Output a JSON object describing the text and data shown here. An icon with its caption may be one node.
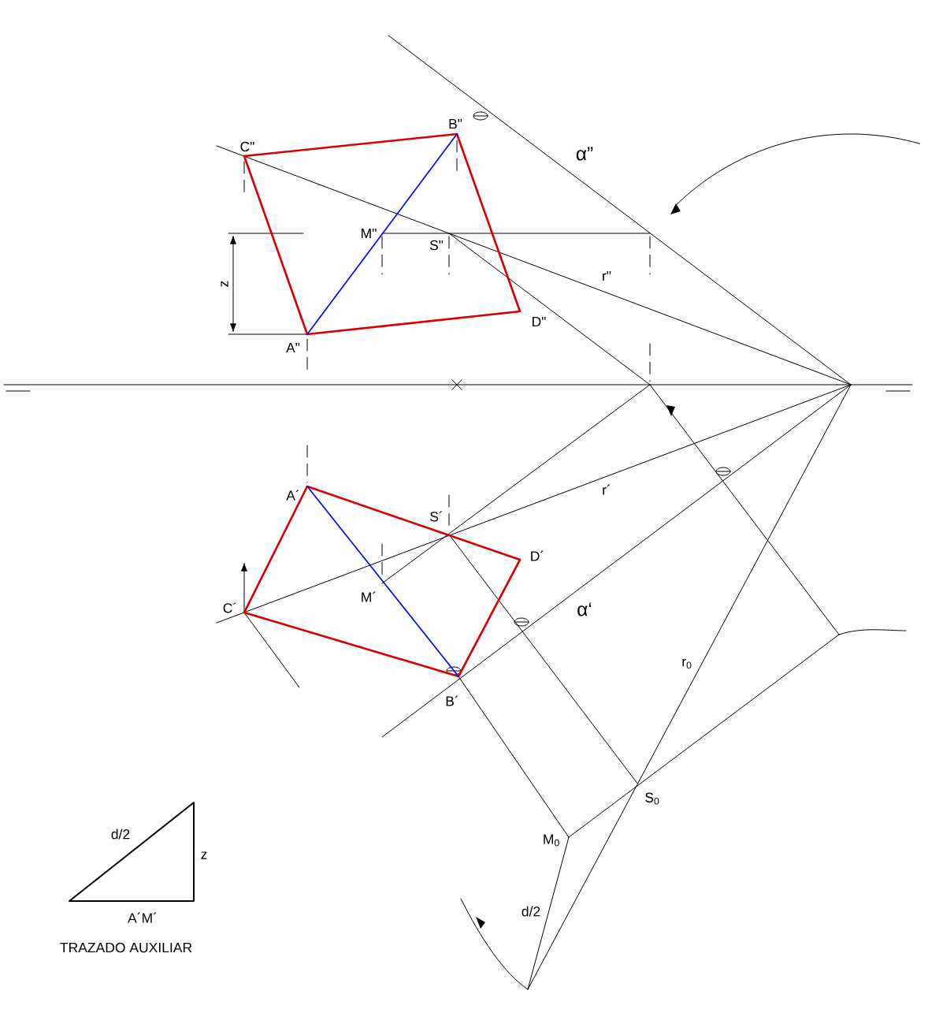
{
  "diagram": {
    "labels": [
      "C\"",
      "B\"",
      "α”",
      "M\"",
      "S\"",
      "z",
      "r\"",
      "D\"",
      "A\"",
      "A´",
      "S´",
      "D´",
      "r´",
      "C´",
      "M´",
      "α‘",
      "r$_{0}$",
      "B´",
      "S$_{0}$",
      "M$_{0}$",
      "d/2",
      "d/2",
      "z",
      "A´M´",
      "TRAZADO AUXILIAR"
    ]
  }
}
